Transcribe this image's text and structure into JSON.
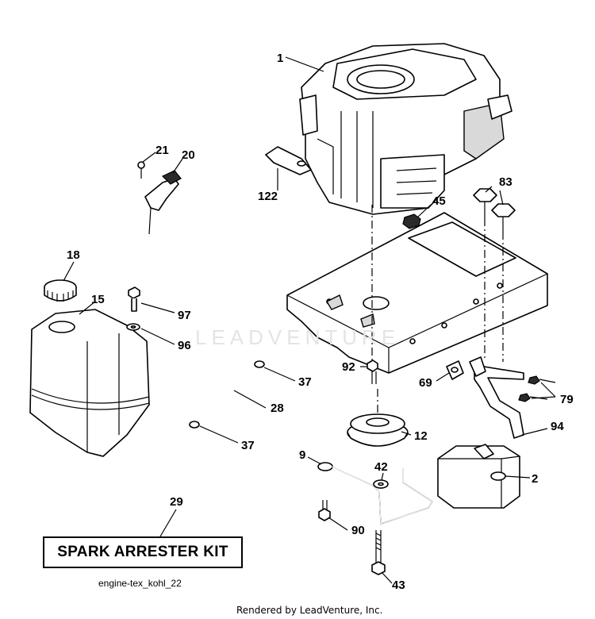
{
  "diagram": {
    "callouts": [
      {
        "id": "c1",
        "label": "1"
      },
      {
        "id": "c122",
        "label": "122"
      },
      {
        "id": "c21",
        "label": "21"
      },
      {
        "id": "c20",
        "label": "20"
      },
      {
        "id": "c45",
        "label": "45"
      },
      {
        "id": "c83",
        "label": "83"
      },
      {
        "id": "c18",
        "label": "18"
      },
      {
        "id": "c15",
        "label": "15"
      },
      {
        "id": "c97",
        "label": "97"
      },
      {
        "id": "c96",
        "label": "96"
      },
      {
        "id": "c92",
        "label": "92"
      },
      {
        "id": "c37a",
        "label": "37"
      },
      {
        "id": "c69",
        "label": "69"
      },
      {
        "id": "c79",
        "label": "79"
      },
      {
        "id": "c28",
        "label": "28"
      },
      {
        "id": "c12",
        "label": "12"
      },
      {
        "id": "c94",
        "label": "94"
      },
      {
        "id": "c37b",
        "label": "37"
      },
      {
        "id": "c9",
        "label": "9"
      },
      {
        "id": "c42",
        "label": "42"
      },
      {
        "id": "c2",
        "label": "2"
      },
      {
        "id": "c29",
        "label": "29"
      },
      {
        "id": "c90",
        "label": "90"
      },
      {
        "id": "c43",
        "label": "43"
      }
    ],
    "kit_label": "SPARK ARRESTER KIT",
    "reference": "engine-tex_kohl_22",
    "watermark": "LEADVENTURE"
  },
  "footer": {
    "credit": "Rendered by LeadVenture, Inc."
  }
}
